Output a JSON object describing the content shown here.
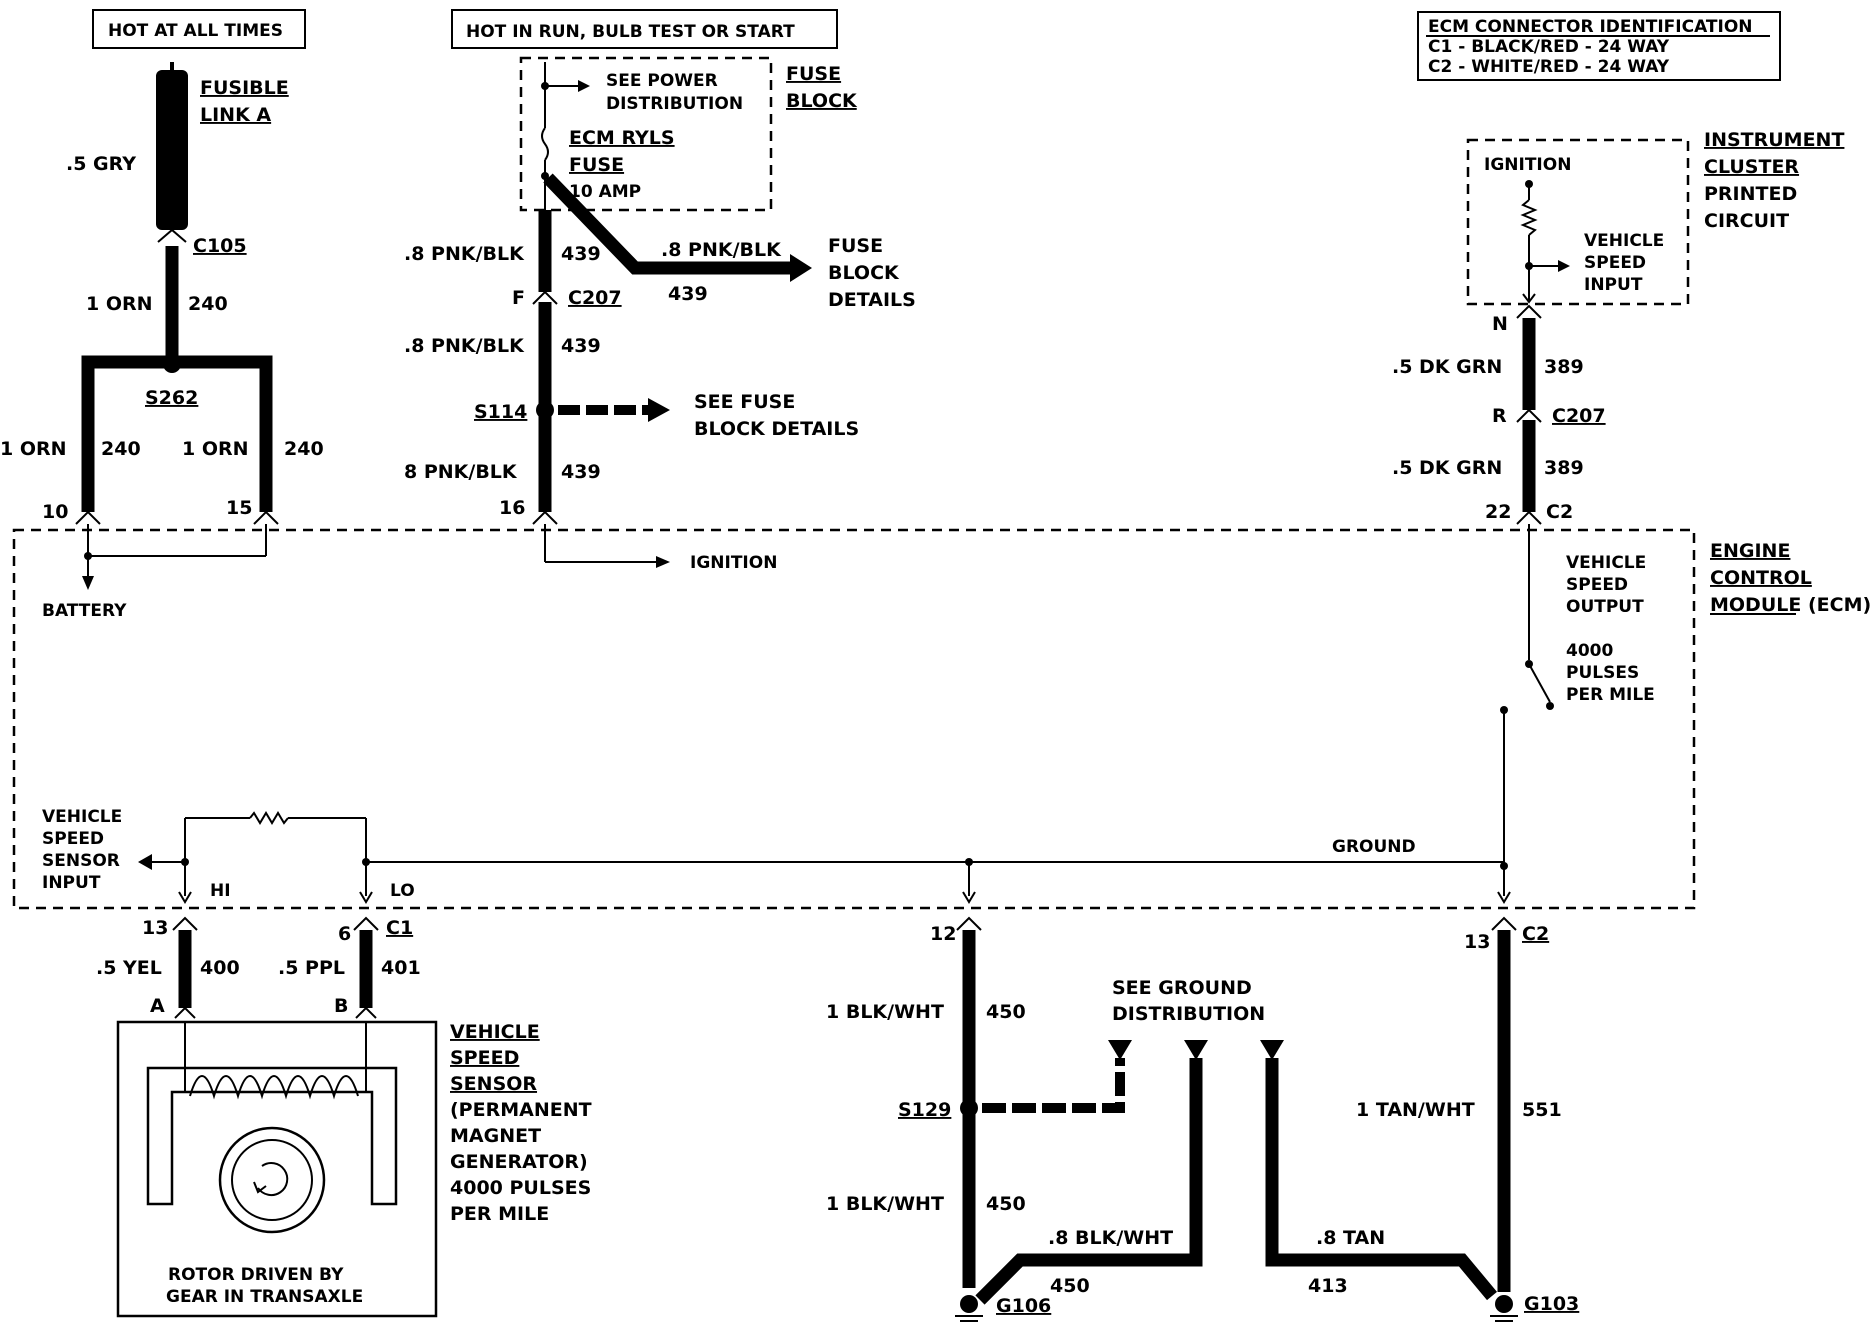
{
  "headers": {
    "hot_at_all_times": "HOT AT ALL TIMES",
    "hot_in_run": "HOT IN RUN, BULB TEST OR START"
  },
  "ecm_connector_id": {
    "title": "ECM CONNECTOR IDENTIFICATION",
    "c1": "C1 - BLACK/RED - 24 WAY",
    "c2": "C2 - WHITE/RED - 24 WAY"
  },
  "fusible_link": {
    "line1": "FUSIBLE",
    "line2": "LINK A",
    "wire": ".5 GRY",
    "connector": "C105"
  },
  "left_branch": {
    "wire_color": "1 ORN",
    "circuit": "240",
    "splice": "S262",
    "left_color": "1 ORN",
    "left_circuit": "240",
    "right_color": "1 ORN",
    "right_circuit": "240",
    "pin_left": "10",
    "pin_right": "15"
  },
  "fuse_block": {
    "see_power_line1": "SEE POWER",
    "see_power_line2": "DISTRIBUTION",
    "fuse_line1": "ECM RYLS",
    "fuse_line2": "FUSE",
    "amp": "10 AMP",
    "label_line1": "FUSE",
    "label_line2": "BLOCK"
  },
  "pnk_circuit": {
    "color1": ".8 PNK/BLK",
    "circuit1": "439",
    "branch_color": ".8 PNK/BLK",
    "branch_circuit": "439",
    "branch_dest_line1": "FUSE",
    "branch_dest_line2": "BLOCK",
    "branch_dest_line3": "DETAILS",
    "conn_pin": "F",
    "connector": "C207",
    "color2": ".8 PNK/BLK",
    "circuit2": "439",
    "splice": "S114",
    "see_fuse_line1": "SEE FUSE",
    "see_fuse_line2": "BLOCK DETAILS",
    "color3": "8 PNK/BLK",
    "circuit3": "439",
    "pin": "16"
  },
  "instrument_cluster": {
    "label_line1": "INSTRUMENT",
    "label_line2": "CLUSTER",
    "label_line3": "PRINTED",
    "label_line4": "CIRCUIT",
    "ignition": "IGNITION",
    "vss_line1": "VEHICLE",
    "vss_line2": "SPEED",
    "vss_line3": "INPUT"
  },
  "dk_grn_circuit": {
    "pin_top": "N",
    "color1": ".5 DK GRN",
    "circuit1": "389",
    "conn_pin": "R",
    "connector": "C207",
    "color2": ".5 DK GRN",
    "circuit2": "389",
    "pin": "22",
    "conn": "C2"
  },
  "ecm": {
    "label_line1": "ENGINE",
    "label_line2": "CONTROL",
    "label_line3": "MODULE (ECM)",
    "battery": "BATTERY",
    "ignition": "IGNITION",
    "vso_line1": "VEHICLE",
    "vso_line2": "SPEED",
    "vso_line3": "OUTPUT",
    "pulses_line1": "4000",
    "pulses_line2": "PULSES",
    "pulses_line3": "PER MILE",
    "vssi_line1": "VEHICLE",
    "vssi_line2": "SPEED",
    "vssi_line3": "SENSOR",
    "vssi_line4": "INPUT",
    "hi": "HI",
    "lo": "LO",
    "ground": "GROUND"
  },
  "sensor_wires": {
    "pin_a_num": "13",
    "pin_b_num": "6",
    "conn": "C1",
    "a_color": ".5 YEL",
    "a_circuit": "400",
    "b_color": ".5 PPL",
    "b_circuit": "401",
    "a_term": "A",
    "b_term": "B"
  },
  "vss": {
    "line1": "VEHICLE",
    "line2": "SPEED",
    "line3": "SENSOR",
    "line4": "(PERMANENT",
    "line5": "MAGNET",
    "line6": "GENERATOR)",
    "line7": "4000 PULSES",
    "line8": "PER MILE",
    "rotor_line1": "ROTOR DRIVEN BY",
    "rotor_line2": "GEAR IN TRANSAXLE"
  },
  "ground_circuit": {
    "pin12": "12",
    "color1": "1 BLK/WHT",
    "circuit1": "450",
    "see_ground_line1": "SEE GROUND",
    "see_ground_line2": "DISTRIBUTION",
    "splice": "S129",
    "color2": "1 BLK/WHT",
    "circuit2": "450",
    "blk_color": ".8 BLK/WHT",
    "blk_circuit": "450",
    "g106": "G106",
    "tan_color": ".8 TAN",
    "tan_circuit": "413",
    "pin13": "13",
    "conn": "C2",
    "tanwht_color": "1 TAN/WHT",
    "tanwht_circuit": "551",
    "g103": "G103"
  }
}
